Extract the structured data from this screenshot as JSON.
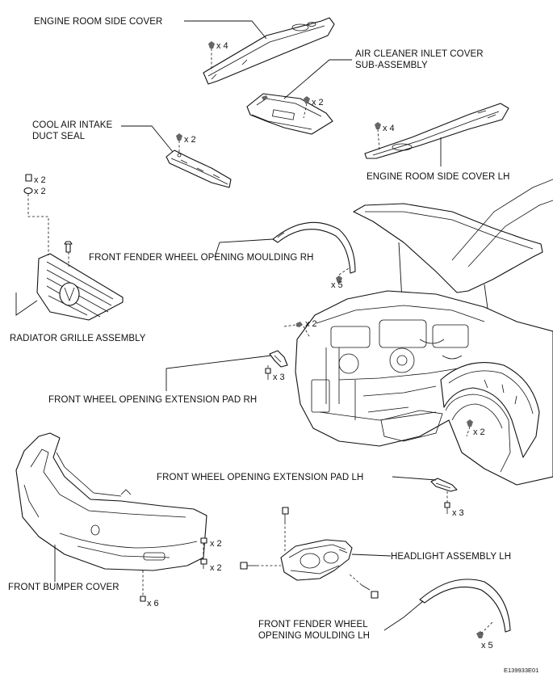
{
  "labels": {
    "engine_room_side_cover": "ENGINE ROOM SIDE COVER",
    "air_cleaner_line1": "AIR CLEANER INLET COVER",
    "air_cleaner_line2": "SUB-ASSEMBLY",
    "cool_air_line1": "COOL AIR INTAKE",
    "cool_air_line2": "DUCT SEAL",
    "engine_room_side_cover_lh": "ENGINE ROOM SIDE COVER LH",
    "front_fender_moulding_rh": "FRONT FENDER WHEEL OPENING MOULDING RH",
    "radiator_grille": "RADIATOR GRILLE ASSEMBLY",
    "front_wheel_pad_rh": "FRONT WHEEL OPENING EXTENSION PAD RH",
    "front_wheel_pad_lh": "FRONT WHEEL OPENING EXTENSION PAD LH",
    "headlight_lh": "HEADLIGHT ASSEMBLY LH",
    "front_bumper_cover": "FRONT BUMPER COVER",
    "front_fender_moulding_lh_line1": "FRONT FENDER WHEEL",
    "front_fender_moulding_lh_line2": "OPENING MOULDING LH"
  },
  "quantities": {
    "side_cover_clips": "x 4",
    "air_cleaner_clips": "x 2",
    "cool_air_clips": "x 2",
    "side_cover_lh_clips": "x 4",
    "grille_clip_a": "x 2",
    "grille_clip_b": "x 2",
    "moulding_rh_clips": "x 5",
    "body_clips": "x 2",
    "pad_rh_clips": "x 3",
    "fender_liner_clips": "x 2",
    "pad_lh_clips": "x 3",
    "bumper_clip_a": "x 2",
    "bumper_clip_b": "x 2",
    "bumper_screws": "x 6",
    "moulding_lh_clips": "x 5"
  },
  "figure_code": "E139933E01"
}
